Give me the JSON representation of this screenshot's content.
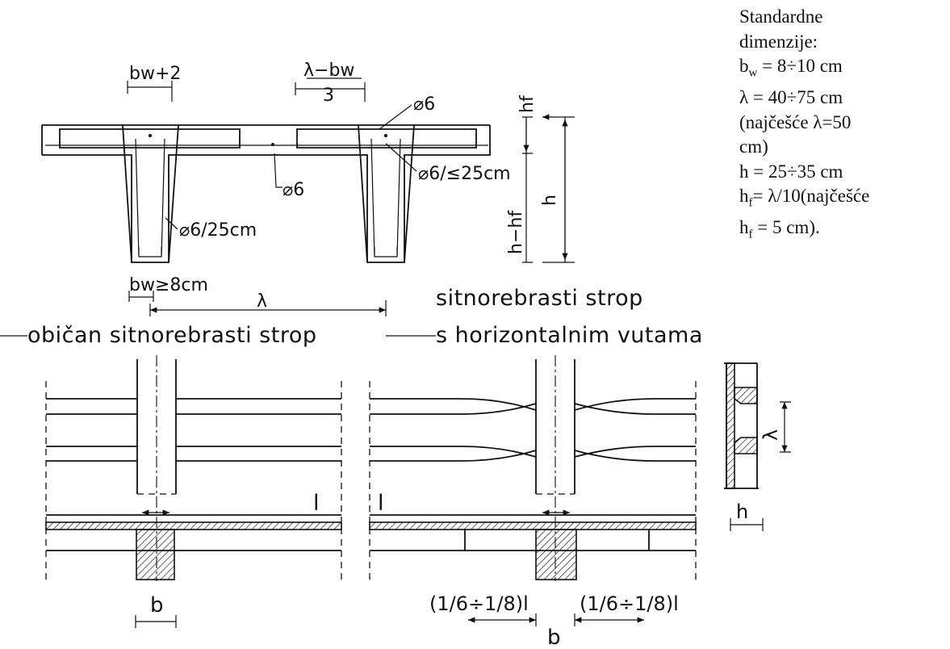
{
  "notes": {
    "heading_1": "Standardne",
    "heading_2": "dimenzije:",
    "bw_sym": "b",
    "bw_sub": "w",
    "bw_val": " = 8÷10 cm",
    "lambda_line": "λ = 40÷75 cm",
    "lambda_note_1": "(najčešće λ=50",
    "lambda_note_2": "cm)",
    "h_line": "h = 25÷35 cm",
    "hf1_sym": "h",
    "hf1_sub": "f",
    "hf1_val": "= λ/10(najčešće",
    "hf2_sym": "h",
    "hf2_sub": "f",
    "hf2_val": " = 5 cm)."
  },
  "section": {
    "bw_plus_2": "bw+2",
    "lambda_minus_bw": "λ−bw",
    "three": "3",
    "rebar_top": "⌀6",
    "rebar_mid": "⌀6",
    "rebar_right": "⌀6/≤25cm",
    "stirrup": "⌀6/25cm",
    "hf": "hf",
    "h": "h",
    "h_minus_hf": "h−hf",
    "bw_min": "bw≥8cm",
    "lambda": "λ"
  },
  "captions": {
    "left": "običan sitnorebrasti strop",
    "right_1": "sitnorebrasti strop",
    "right_2": "s horizontalnim vutama"
  },
  "plan": {
    "l_left": "l",
    "l_right": "l",
    "b_left": "b",
    "b_bottom": "b",
    "frac_left": "(1/6÷1/8)l",
    "frac_right": "(1/6÷1/8)l",
    "lambda_side": "λ",
    "h_side": "h"
  }
}
